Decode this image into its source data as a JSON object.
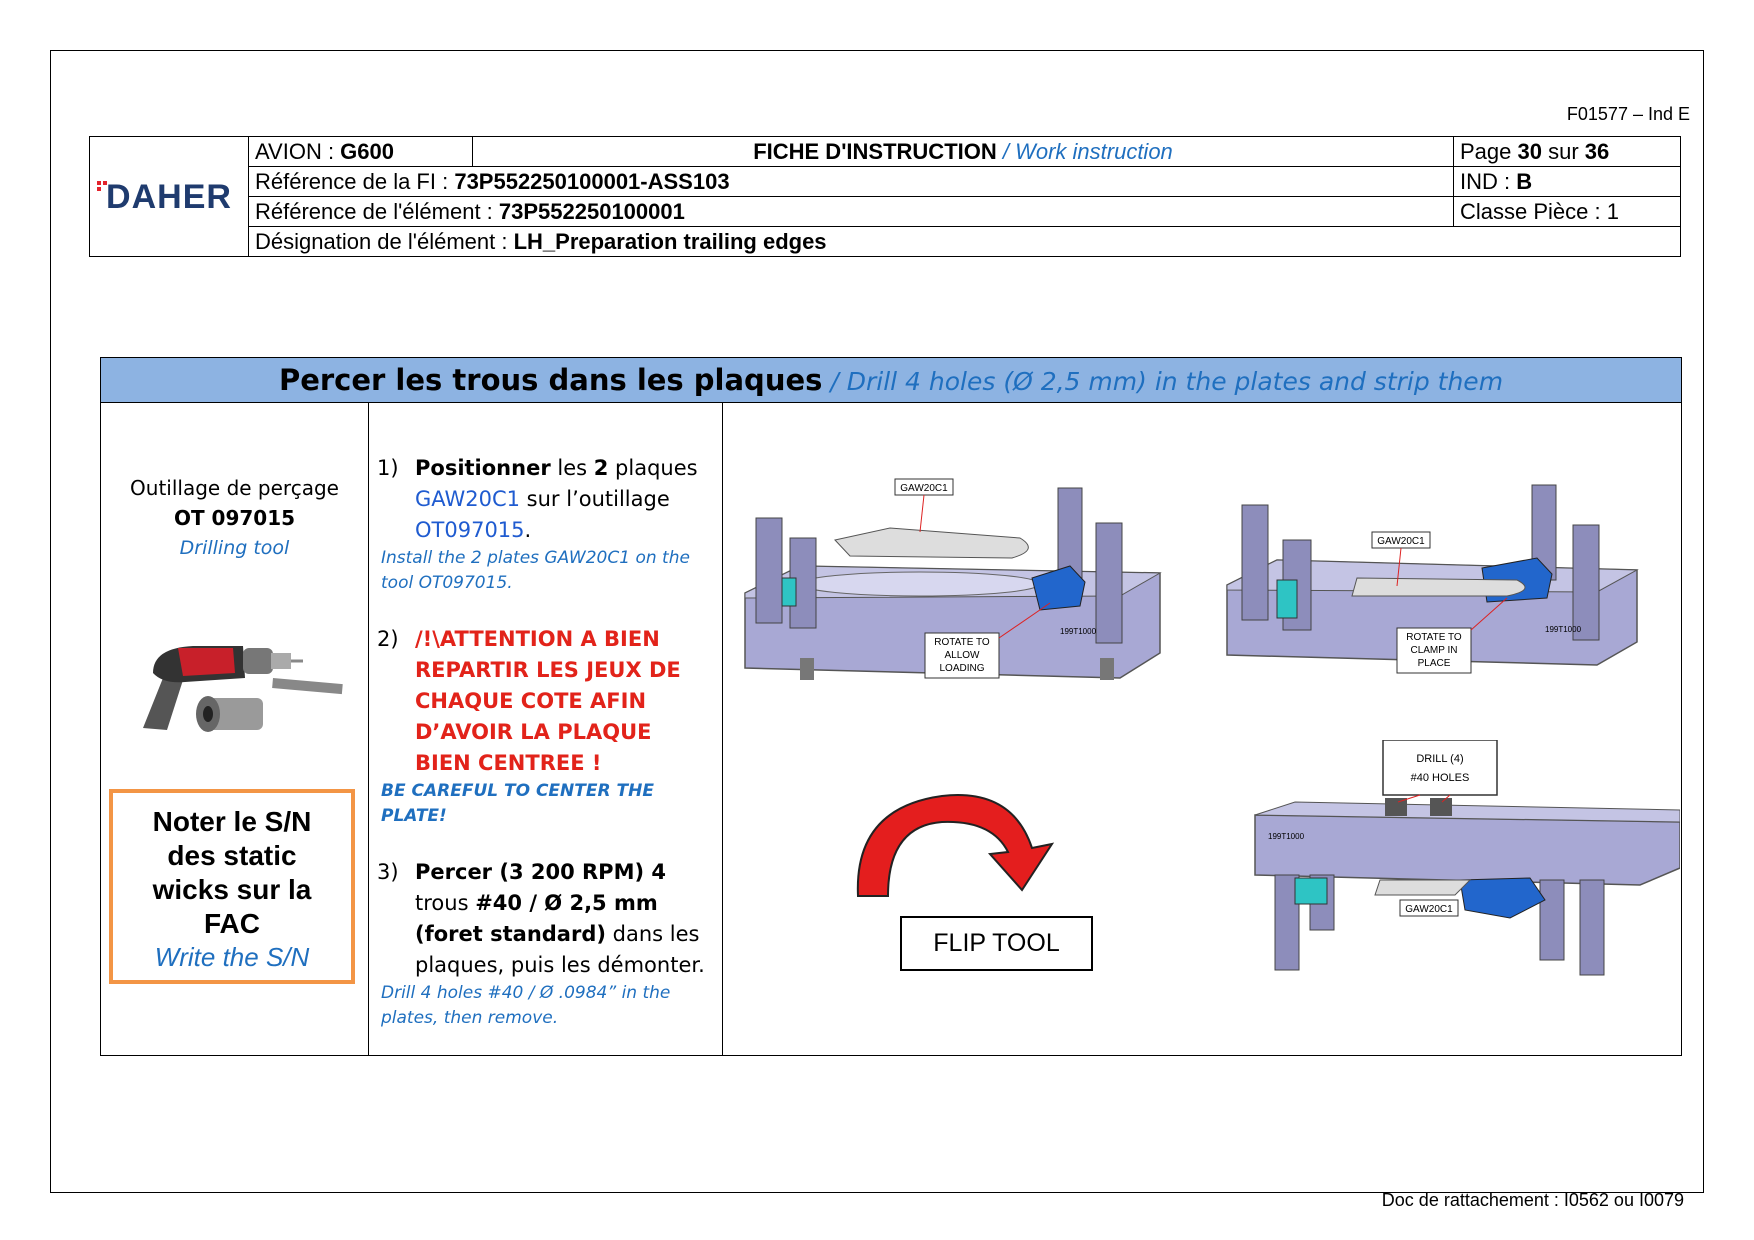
{
  "form_ref": "F01577 – Ind E",
  "header": {
    "logo": "DAHER",
    "avion_label": "AVION : ",
    "avion_value": "G600",
    "doc_type_fr": "FICHE D'INSTRUCTION",
    "doc_type_en": " / Work instruction",
    "page_label": "Page ",
    "page_current": "30",
    "page_sep": " sur ",
    "page_total": "36",
    "ref_fi_label": "Référence de la FI : ",
    "ref_fi_value": "73P552250100001-ASS103",
    "ind_label": "IND : ",
    "ind_value": "B",
    "ref_elem_label": "Référence de l'élément : ",
    "ref_elem_value": "73P552250100001",
    "classe_label": "Classe Pièce : 1",
    "designation_label": "Désignation de l'élément : ",
    "designation_value": "LH_Preparation trailing edges"
  },
  "section": {
    "title_fr": "Percer les trous dans les plaques",
    "title_en": " / Drill 4 holes (Ø 2,5 mm) in the plates and strip them"
  },
  "tool": {
    "label_fr": "Outillage de perçage",
    "code": "OT 097015",
    "label_en": "Drilling tool"
  },
  "note": {
    "lines_fr": [
      "Noter le S/N",
      "des static",
      "wicks sur la",
      "FAC"
    ],
    "en": "Write the S/N"
  },
  "steps": [
    {
      "num": "1)",
      "fr_bold": "Positionner",
      "fr_a": " les ",
      "fr_bold2": "2",
      "fr_b": " plaques",
      "fr_blue1": "GAW20C1",
      "fr_c": " sur l’outillage",
      "fr_blue2": "OT097015",
      "fr_d": ".",
      "en": "Install the 2 plates GAW20C1 on the tool OT097015."
    },
    {
      "num": "2)",
      "fr_red": "/!\\ATTENTION A BIEN REPARTIR LES JEUX DE CHAQUE COTE AFIN D’AVOIR LA PLAQUE BIEN CENTREE !",
      "en": "BE CAREFUL TO CENTER THE PLATE!"
    },
    {
      "num": "3)",
      "fr_bold": "Percer (3 200 RPM) 4",
      "fr_a": " trous ",
      "fr_bold2": "#40 / Ø 2,5 mm (foret standard)",
      "fr_b": " dans les plaques, puis les démonter.",
      "en": "Drill 4 holes #40 / Ø .0984” in the plates, then remove."
    }
  ],
  "figures": {
    "callout_gaw": "GAW20C1",
    "callout_rotate_allow": [
      "ROTATE TO",
      "ALLOW",
      "LOADING"
    ],
    "callout_tool_id": "199T1000",
    "callout_rotate_clamp": [
      "ROTATE TO",
      "CLAMP IN",
      "PLACE"
    ],
    "callout_drill": [
      "DRILL (4)",
      "#40 HOLES"
    ],
    "flip_label": "FLIP TOOL"
  },
  "colors": {
    "title_bar": "#8db3e2",
    "english_text": "#1f6fbf",
    "warning": "#e2231a",
    "note_border": "#f39545",
    "logo": "#1f3b6e"
  },
  "footer": "Doc de rattachement : I0562 ou I0079"
}
